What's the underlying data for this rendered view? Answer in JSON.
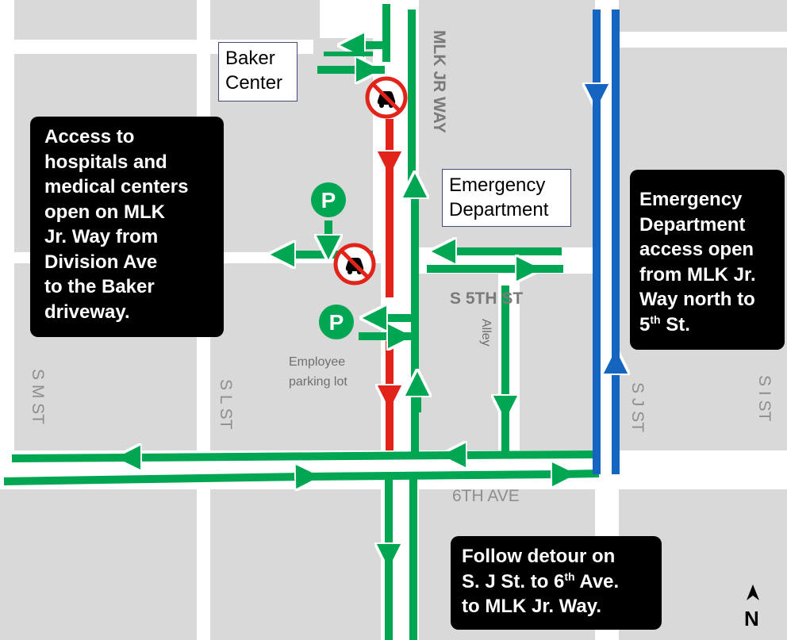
{
  "colors": {
    "block": "#d9d9d9",
    "detour": "#00a651",
    "closed": "#e2231a",
    "ed_route": "#1565c0",
    "callout_bg": "#000000",
    "parking": "#00a651"
  },
  "streets": {
    "mlk": "MLK JR WAY",
    "s_m": "S M ST",
    "s_l": "S L ST",
    "s_j": "S J ST",
    "s_i": "S I ST",
    "s_5th": "S 5TH ST",
    "sixth": "6TH AVE",
    "alley": "Alley"
  },
  "places": {
    "baker": [
      "Baker",
      "Center"
    ],
    "emergency": [
      "Emergency",
      "Department"
    ],
    "employee_lot": [
      "Employee",
      "parking lot"
    ]
  },
  "icons": {
    "parking_glyph": "P",
    "no_car": "no-car-icon",
    "north": "north-arrow-icon"
  },
  "callouts": {
    "access": [
      "Access to",
      "hospitals and",
      "medical centers",
      "open on MLK",
      "Jr. Way from",
      "Division Ave",
      "to the Baker",
      "driveway."
    ],
    "ed_access": {
      "lines": [
        "Emergency",
        "Department",
        "access open",
        "from MLK Jr.",
        "Way north to"
      ],
      "last_main": "5",
      "last_sup": "th",
      "last_tail": " St."
    },
    "detour": {
      "line1": "Follow detour on",
      "line2_main": "S. J St. to 6",
      "line2_sup": "th",
      "line2_tail": " Ave.",
      "line3": "to MLK Jr. Way."
    }
  },
  "north_label": "N"
}
